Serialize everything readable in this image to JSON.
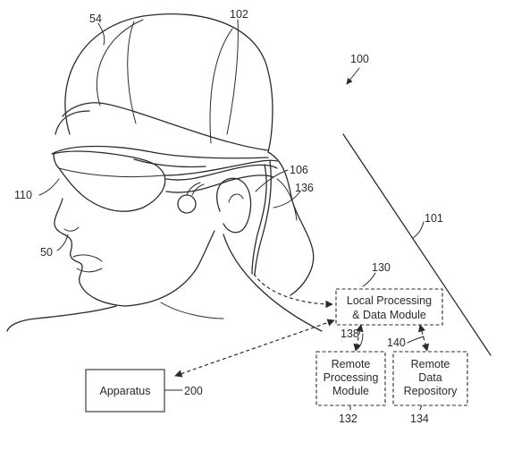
{
  "reference_numerals": {
    "head": "54",
    "frame_strap": "102",
    "system": "100",
    "speaker": "106",
    "display_lens": "110",
    "wire": "136",
    "boundary": "101",
    "user": "50",
    "local_module": "130",
    "link_remote_processing": "138",
    "link_remote_repository": "140",
    "remote_processing": "132",
    "remote_repository": "134",
    "apparatus": "200"
  },
  "boxes": {
    "local_processing": {
      "line1": "Local Processing",
      "line2": "& Data Module"
    },
    "remote_processing": {
      "line1": "Remote",
      "line2": "Processing",
      "line3": "Module"
    },
    "remote_repository": {
      "line1": "Remote",
      "line2": "Data",
      "line3": "Repository"
    },
    "apparatus": {
      "label": "Apparatus"
    }
  },
  "colors": {
    "ink": "#2b2b2b",
    "background": "#ffffff"
  }
}
